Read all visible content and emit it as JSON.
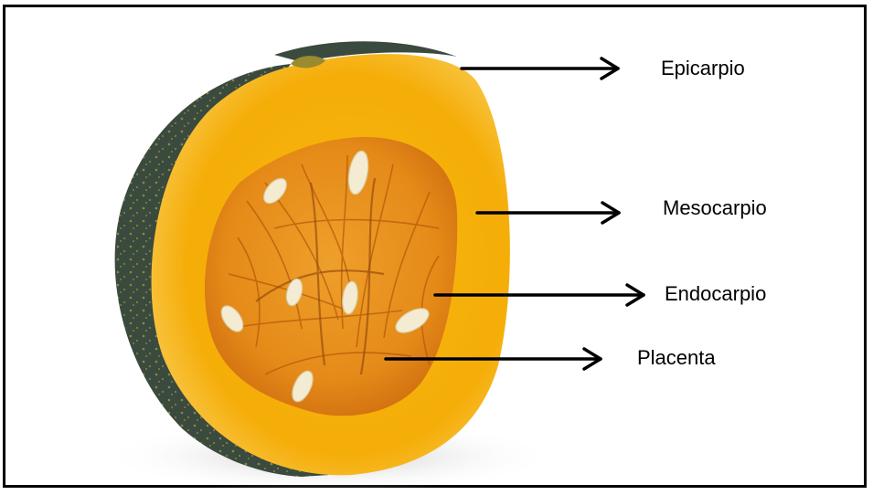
{
  "diagram": {
    "labels": {
      "epicarpio": "Epicarpio",
      "mesocarpio": "Mesocarpio",
      "endocarpio": "Endocarpio",
      "placenta": "Placenta"
    },
    "colors": {
      "rind_dark": "#3a4a3e",
      "rind_speckle": "#8a8a3c",
      "flesh": "#f6b20a",
      "flesh_edge": "#f9c64a",
      "cavity": "#e7901a",
      "cavity_dark": "#c8680e",
      "seed": "#f4ecd2",
      "arrow": "#000000",
      "border": "#000000"
    }
  }
}
